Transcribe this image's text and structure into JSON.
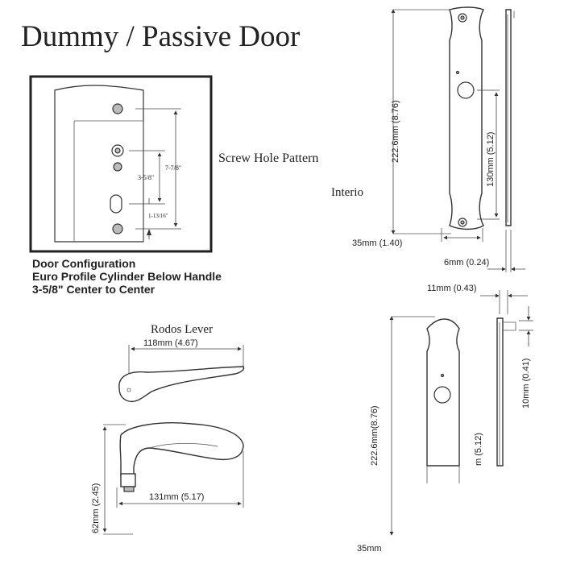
{
  "title": "Dummy / Passive Door",
  "screw_label": "Screw Hole Pattern",
  "interior_label": "Interio",
  "config": {
    "line1": "Door Configuration",
    "line2": "Euro Profile Cylinder Below Handle",
    "line3": "3-5/8\" Center to Center"
  },
  "pattern_dims": {
    "total": "7-7/8\"",
    "center": "3-5/8\"",
    "bottom": "1-13/16\""
  },
  "lever": {
    "title": "Rodos Lever",
    "length_top": "118mm (4.67)",
    "length_bottom": "131mm (5.17)",
    "height": "62mm (2.45)"
  },
  "plate_top": {
    "height": "222.6mm (8.76)",
    "center": "130mm (5.12)",
    "width": "35mm (1.40)",
    "depth": "6mm (0.24)"
  },
  "plate_bottom": {
    "depth": "11mm (0.43)",
    "height": "222.6mm(8.76)",
    "offset": "10mm (0.41)",
    "center": "m (5.12)",
    "width": "35mm"
  }
}
